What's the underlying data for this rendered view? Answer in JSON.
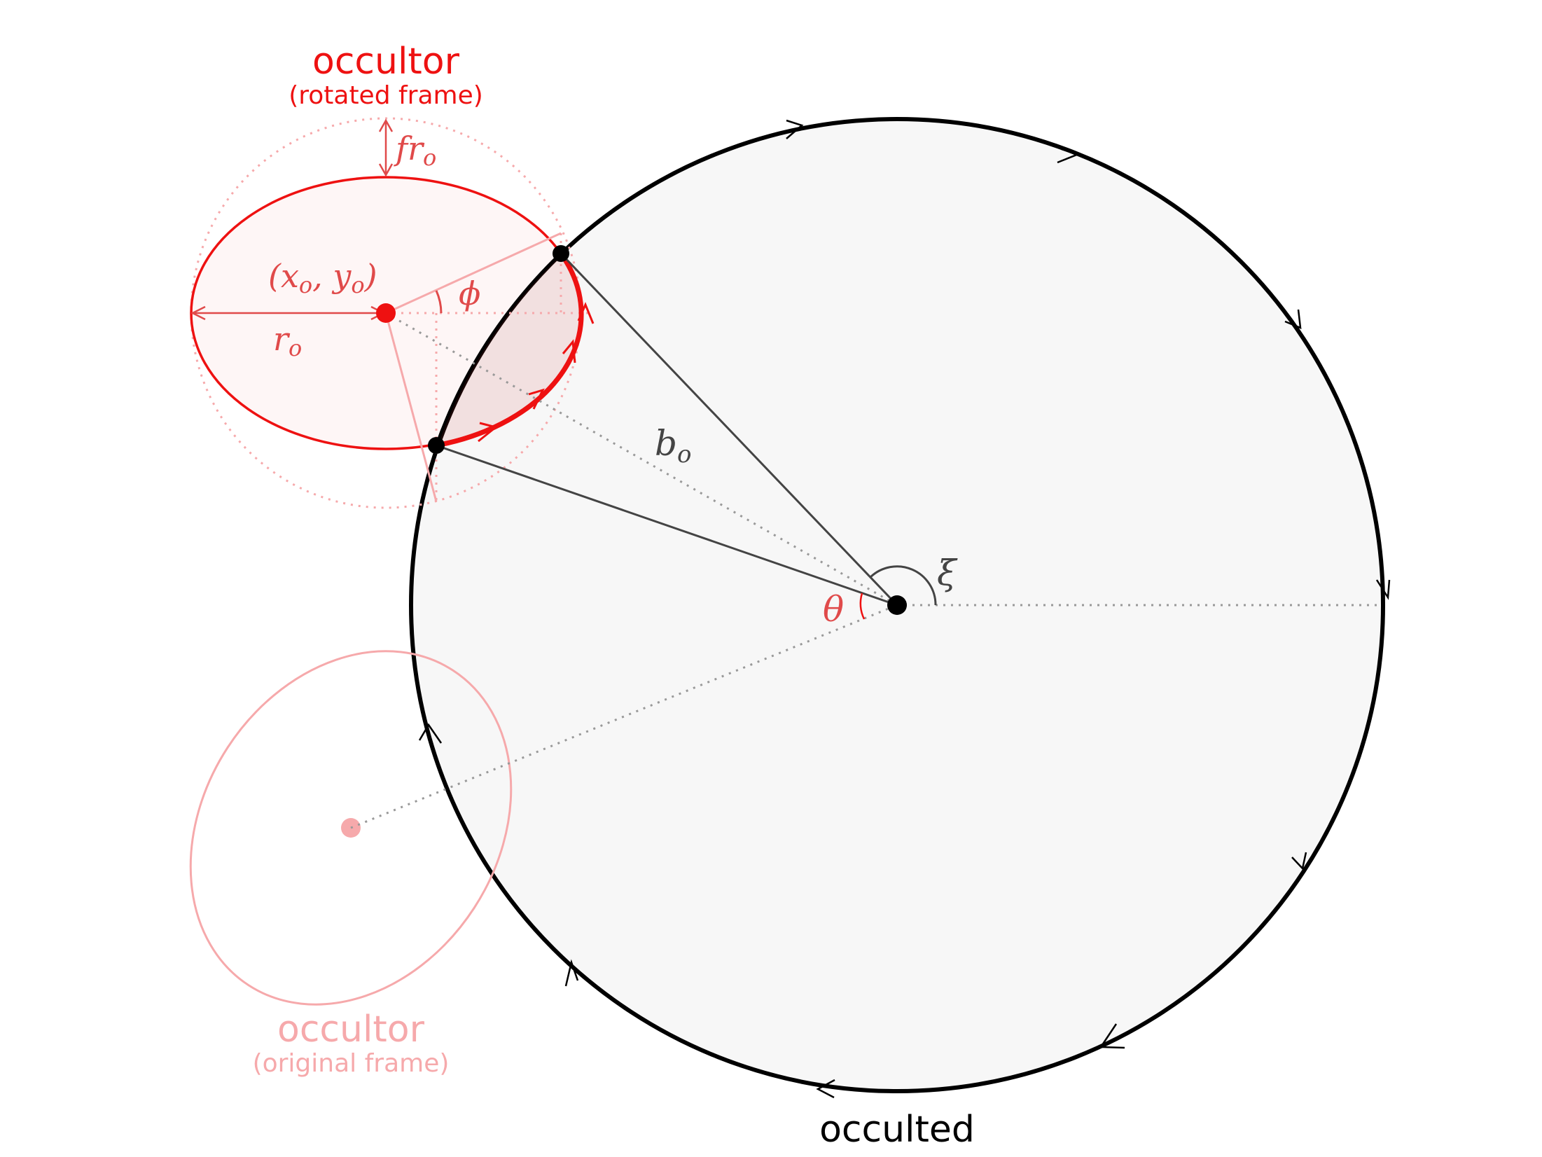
{
  "labels": {
    "occultor_rotated": "occultor",
    "occultor_rotated_sub": "(rotated frame)",
    "occultor_original": "occultor",
    "occultor_original_sub": "(original frame)",
    "occulted": "occulted",
    "f_r_o": "fr",
    "f_r_o_sub": "o",
    "r_o": "r",
    "r_o_sub": "o",
    "b_o": "b",
    "b_o_sub": "o",
    "phi": "ϕ",
    "theta": "θ",
    "xi": "ξ",
    "center_open": "(x",
    "center_x_sub": "o",
    "center_comma": ", y",
    "center_y_sub": "o",
    "center_close": ")"
  },
  "colors": {
    "occultor": "#ee1111",
    "occultor_faint": "#f6a9ab",
    "occultor_label": "#e04a4a",
    "occulted_stroke": "#000000",
    "occulted_fill": "#f7f7f7",
    "construction": "#444444",
    "dotted": "#999999"
  }
}
